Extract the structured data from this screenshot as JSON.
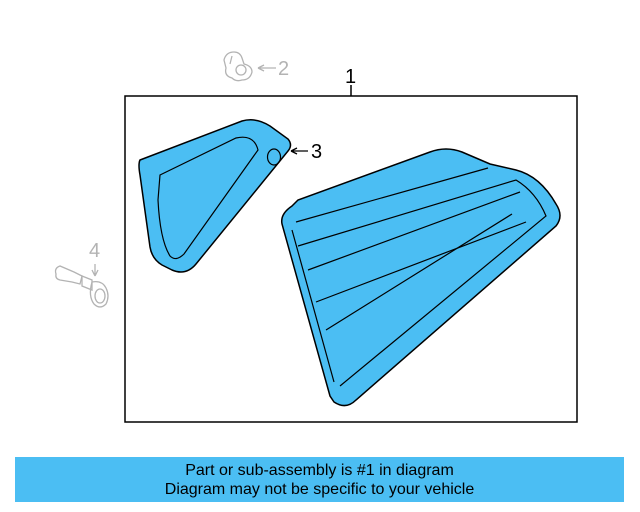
{
  "callouts": {
    "part1": "1",
    "part2": "2",
    "part3": "3",
    "part4": "4"
  },
  "banner": {
    "line1": "Part or sub-assembly is #1 in diagram",
    "line2": "Diagram may not be specific to your vehicle"
  },
  "colors": {
    "highlight": "#4bbef3",
    "faded": "#b3b3b3",
    "outline": "#000000"
  },
  "icons": {
    "part2": "push-pin-clip-icon",
    "part4": "bulb-socket-icon"
  }
}
